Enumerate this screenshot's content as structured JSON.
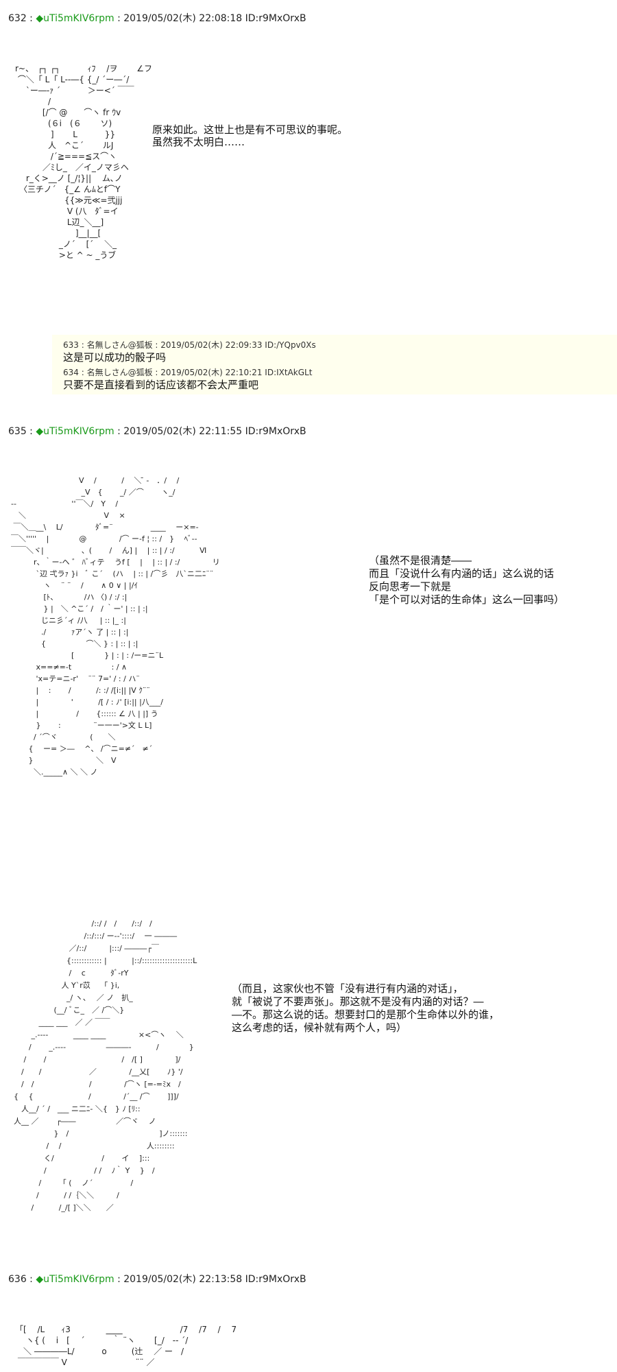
{
  "posts": [
    {
      "number": "632 :",
      "name": "◆uTi5mKIV6rpm",
      "date_id": ": 2019/05/02(木) 22:08:18 ID:r9MxOrxB",
      "speech": "原来如此。这世上也是有不可思议的事呢。\n虽然我不太明白……",
      "art": "r~、　┌┐ ┌┐　　　 ｨﾌ　 /ヲ　　 ∠フ\n ⌒＼「 L「 L--―{ {_/ ´ー―´/\n　 `ー―-ｧ ´　　　 ＞ー<´ ￣￣\n　　　　/\n　　　 [/⌒ @　　⌒ヽ fr ｳv\n　　　　(６i　(６　　 ソ)\n　　　　 ]　　 L　　　 }}\n　　　　人　^こ´　　 ルJ\n　　　　 /´≧===≦ス⌒ヽ\n　　　 ／ﾐし_　／イ_ノマ彡ヘ\n　 r_く>__ノ [_/¦}|| 　ム､ノ\n　〈三チノ´　{_∠ んﾑとf⌒Y\n　　　　　　{{≫元≪=弐jjj\n　　　　　　 V (八　ﾀﾞ=イ\n　　　　　　 L辺_＼__]\n　　　　　　　 ]__|__[\n　　　　　 _ノ´ 　[´ 　＼_\n　　　　　 >と ^ ~ _うブ"
    },
    {
      "number": "635 :",
      "name": "◆uTi5mKIV6rpm",
      "date_id": ": 2019/05/02(木) 22:11:55 ID:r9MxOrxB",
      "speech": "（虽然不是很清楚――\n而且「没说什么有内涵的话」这么说的话\n反向思考一下就是\n「是个可以对话的生命体」这么一回事吗）",
      "art": "　　　　　　　　　V　 /　　　 /　 ＼ ̄ ‐　．/　 /\n　　　　　　　　　 _V　{　　 _/ ／⌒　　 ヽ_/\n‐‐　　　　　　　 ''￣＼/　Y　 /\n　＼ 　　　　　　　　　　V　 ×\n ￣＼＿__\\ 　L/　　　　 ﾀﾞ=¨　　　　　____　 ー×=-\n￣＼'''''　 |　　　　@　　　　 /⌒ ー-f ¦ :: /　}　 ﾍﾞ-‐\n￣￣＼ヾ|　　　　　、(　　 /　 ん] |　 | :: | / :/　　　 Ⅵ\n　　　r、｀ー-ヘ ゛ ﾊﾞィテ　 うf [　 |　 | :: | / :/　　　　 リ\n　　　 `辺 弌ラｧ }i　ﾞ こ´　 (ハ　 | :: | /⌒彡　八`ニ二ﾆ¨¨\n　　　　 ヽ　 ¨ ¨　 /　　 ∧ 0 ∨ | |/ｲ\n　　　　 [ﾄ、　　　　/ハ 〈) / :/ :|\n　　　　 } |　＼ ^こ´ /　/ ｀ー' | :: | :|\n　　　　じニ彡´ィ /八 　 | :: |_ :|\n　　　　./　　　 ｧア´ヽ 了 | :: | :|\n　　　　{　　　　　 ⌒＼ } : | :: | :|\n　　　　　　　　[　　　　} | : | : /ー=ニ¨L\n　　　 x==≠=-t　　　　　 : / ∧\n　　　 'x=テ=ニ-r'　 ¨¨ 7=' / : / ハ¨\n　　　 |　 :　　 /　　　 /: :/ /[i:|| |V ｸ¨¨\n　　　 |　　　　 '　　　 /[ / : ﾉ' [i:|| |八___/\n　　　 |　　　　　/　　 {:::::: ∠ 八 | |] う\n　　　 }　　 :　　　　 ¨ー一ー'>文 L L]\n　　　/ ´⌒ヾ　　　　 (　　＼\n　　 {　 ー= ＞―　 ^、 /⌒ニ=≠´　≠´\n　　 }　　　　　　　　 ＼　V\n　　　＼._____∧ ＼ ＼ ノ"
    },
    {
      "number": "636 :",
      "name": "◆uTi5mKIV6rpm",
      "date_id": ": 2019/05/02(木) 22:13:58 ID:r9MxOrxB",
      "art": "「[　 /L　　ｨ3　　　　 ____　　　　　　　/7 　/7　 / 　7\n　 ヽ{ (　 i　[　 ´　　　 ｀ ¨ヽ　　 [_/　‐‐ ´/\n　＼ ――――L/　　　 o　　　(辻　 ／ ー　/\n ￣￣￣￣￣ V　　　　　　　　 ¨¨ ／"
    }
  ],
  "panel_2_art": "　　　　　　　　　　 /::/ /　/　　/::/　/\n　　　　　　　　　 /::/:::/ ー‐‐'::::/　 一 ―――\n　　　　　　　 ／/::/　　　|:::/ ―――┌￣\n　　　　　　　{:::::::::::: |　　　 |::/::::::::::::::::::::L\n　　　　　　　 /　 c　　　 ﾀﾞ-rY\n　　　　　　 人 Y`r苡　 「 }i,\n　　　　　　　_/ ヽ、　 ／ ノ　扒_\n　　　　　 (__/ ﾞこ_　／ /⌒＼}\n　　　 ____ ___　／ ／ ￣￣\n　　 _.--‐‐　　　 ____ ____　　　　 ×<⌒ヽ　 ＼\n　　/　　 _.--‐‐　　　　　 ―――‐　　　 /　　　　}\n　 /　　 /　　　　　　　　　　/　/[ ]　　　　 ]/\n　/　　/　　　　　　 ／　　　　 /__乂[　　 ﾉ} '/\n　/　/　　　　　　　 /　　　　 /⌒ヽ [=-=ﾐx　/\n{　 {　　　　　　　 /　　　　 /´__ /⌒　　 ]]]/\n　人__/ ´ /　___ ニ二ﾆ- ＼{　} ﾉ [ﾘ::\n人__ ／　　 ┌――　　　　　 ／⌒ヾ　 ノ\n　　　　　 }　/　　　　　　　　　　　　]ノ:::::::\n　　　　 /　 /　　　　　　　　　　　 人::::::::\n　　　　く/　　　　　　 /　　 イ　 ]:::\n　　　　/　　　　　　 / /　 ﾉ｀ Y　 }　/\n　　　 /　　 「 (　 ノ´　　　　　/\n　　　/　　　 / /｛＼＼　　　/\n　　 /　　　 /_/[ ]＼＼　　／",
  "panel_2_speech": "（而且，这家伙也不管「没有进行有内涵的对话」，\n就「被说了不要声张」。那这就不是没有内涵的对话？―\n―不。那这么说的话。想要封口的是那个生命体以外的谁，\n这么考虑的话，候补就有两个人，吗）",
  "replies": [
    {
      "header": "633 : 名無しさん@狐板 : 2019/05/02(木) 22:09:33 ID:/YQpv0Xs",
      "body": "这是可以成功的骰子吗"
    },
    {
      "header": "634 : 名無しさん@狐板 : 2019/05/02(木) 22:10:21 ID:IXtAkGLt",
      "body": "只要不是直接看到的话应该都不会太严重吧"
    }
  ],
  "colors": {
    "name_green": "#1a9a1a",
    "reply_bg": "#ffffee"
  }
}
